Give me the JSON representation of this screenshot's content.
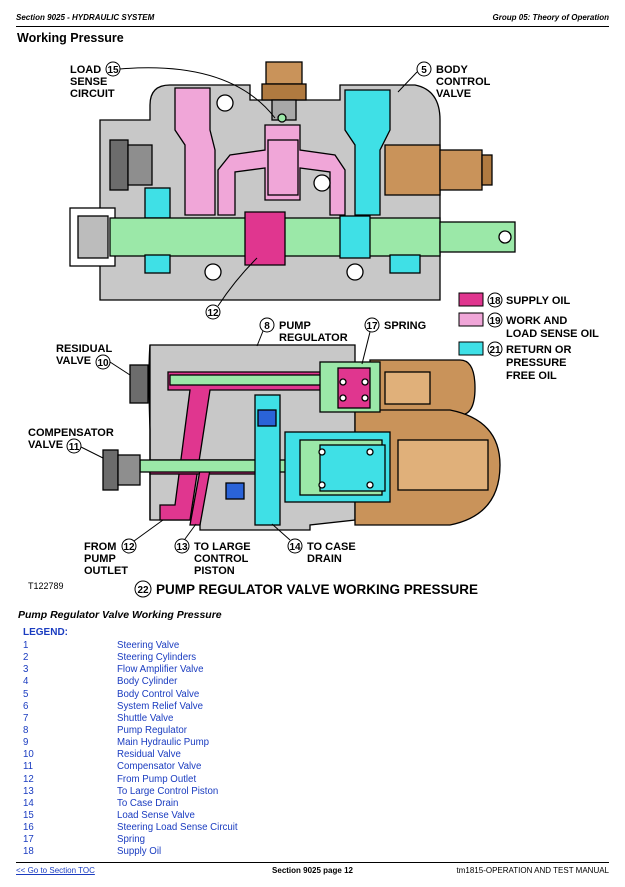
{
  "header": {
    "section": "Section 9025 - HYDRAULIC SYSTEM",
    "group": "Group 05: Theory of Operation"
  },
  "page_title": "Working Pressure",
  "diagram": {
    "callouts": {
      "load_sense_circuit": {
        "num": "15",
        "text": [
          "LOAD",
          "SENSE",
          "CIRCUIT"
        ]
      },
      "body_control_valve": {
        "num": "5",
        "text": [
          "BODY",
          "CONTROL",
          "VALVE"
        ]
      },
      "c12_top": {
        "num": "12"
      },
      "pump_regulator": {
        "num": "8",
        "text": [
          "PUMP",
          "REGULATOR"
        ]
      },
      "spring": {
        "num": "17",
        "text": "SPRING"
      },
      "residual_valve": {
        "num": "10",
        "text": [
          "RESIDUAL",
          "VALVE"
        ]
      },
      "compensator_valve": {
        "num": "11",
        "text": [
          "COMPENSATOR",
          "VALVE"
        ]
      },
      "from_pump_outlet": {
        "num": "12",
        "text": [
          "FROM",
          "PUMP",
          "OUTLET"
        ]
      },
      "to_large_control_piston": {
        "num": "13",
        "text": [
          "TO LARGE",
          "CONTROL",
          "PISTON"
        ]
      },
      "to_case_drain": {
        "num": "14",
        "text": [
          "TO CASE",
          "DRAIN"
        ]
      }
    },
    "key": [
      {
        "num": "18",
        "text": [
          "SUPPLY OIL"
        ],
        "color": "#e0368f"
      },
      {
        "num": "19",
        "text": [
          "WORK AND",
          "LOAD SENSE OIL"
        ],
        "color": "#f0a6d8"
      },
      {
        "num": "21",
        "text": [
          "RETURN OR",
          "PRESSURE",
          "FREE OIL"
        ],
        "color": "#3fe0e6"
      }
    ],
    "image_id": "T122789",
    "figure_num": "22",
    "figure_title": "PUMP REGULATOR VALVE WORKING PRESSURE"
  },
  "figure_caption": "Pump Regulator Valve Working Pressure",
  "legend_title": "LEGEND:",
  "legend": [
    {
      "num": "1",
      "label": "Steering Valve"
    },
    {
      "num": "2",
      "label": "Steering Cylinders"
    },
    {
      "num": "3",
      "label": "Flow Amplifier Valve"
    },
    {
      "num": "4",
      "label": "Body Cylinder"
    },
    {
      "num": "5",
      "label": "Body Control Valve"
    },
    {
      "num": "6",
      "label": "System Relief Valve"
    },
    {
      "num": "7",
      "label": "Shuttle Valve"
    },
    {
      "num": "8",
      "label": "Pump Regulator"
    },
    {
      "num": "9",
      "label": "Main Hydraulic Pump"
    },
    {
      "num": "10",
      "label": "Residual Valve"
    },
    {
      "num": "11",
      "label": "Compensator Valve"
    },
    {
      "num": "12",
      "label": "From Pump Outlet"
    },
    {
      "num": "13",
      "label": "To Large Control Piston"
    },
    {
      "num": "14",
      "label": "To Case Drain"
    },
    {
      "num": "15",
      "label": "Load Sense Valve"
    },
    {
      "num": "16",
      "label": "Steering Load Sense Circuit"
    },
    {
      "num": "17",
      "label": "Spring"
    },
    {
      "num": "18",
      "label": "Supply Oil"
    }
  ],
  "footer": {
    "toc_link": "<< Go to Section TOC",
    "page": "Section 9025 page 12",
    "manual": "tm1815-OPERATION AND TEST MANUAL"
  }
}
